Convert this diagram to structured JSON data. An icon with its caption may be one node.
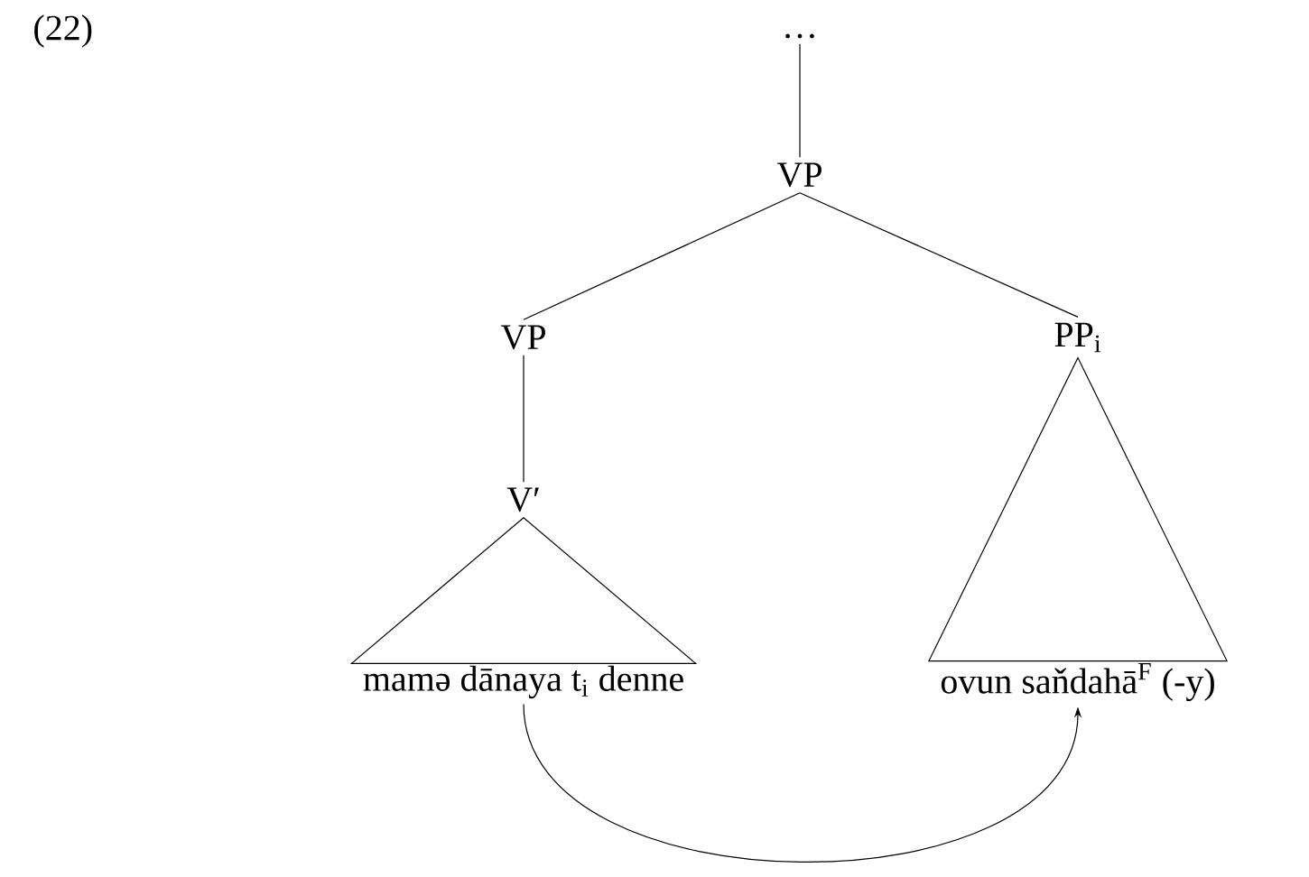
{
  "diagram": {
    "nodes": [
      {
        "text": [
          "…"
        ]
      },
      {
        "text": [
          "VP"
        ]
      },
      {
        "text": [
          "VP"
        ]
      },
      {
        "text": [
          "PP$_{i}$"
        ]
      },
      {
        "text": [
          "V′"
        ]
      },
      {
        "text": [
          "mamə dānaya t$_{i}$ denne"
        ]
      },
      {
        "text": [
          "ovun saňdahā$^{F}$ (-y)"
        ]
      }
    ],
    "edges": [
      {
        "from": 0,
        "to": 1,
        "arrow": "none"
      },
      {
        "from": 1,
        "to": 2,
        "arrow": "none"
      },
      {
        "from": 1,
        "to": 3,
        "arrow": "none"
      },
      {
        "from": 2,
        "to": 4,
        "arrow": "none"
      },
      {
        "from": 4,
        "to": 5,
        "arrow": "none"
      },
      {
        "from": 3,
        "to": 6,
        "arrow": "none"
      },
      {
        "from": 5,
        "to": 6,
        "arrow": "to"
      }
    ],
    "labels": [
      "(22)"
    ]
  }
}
